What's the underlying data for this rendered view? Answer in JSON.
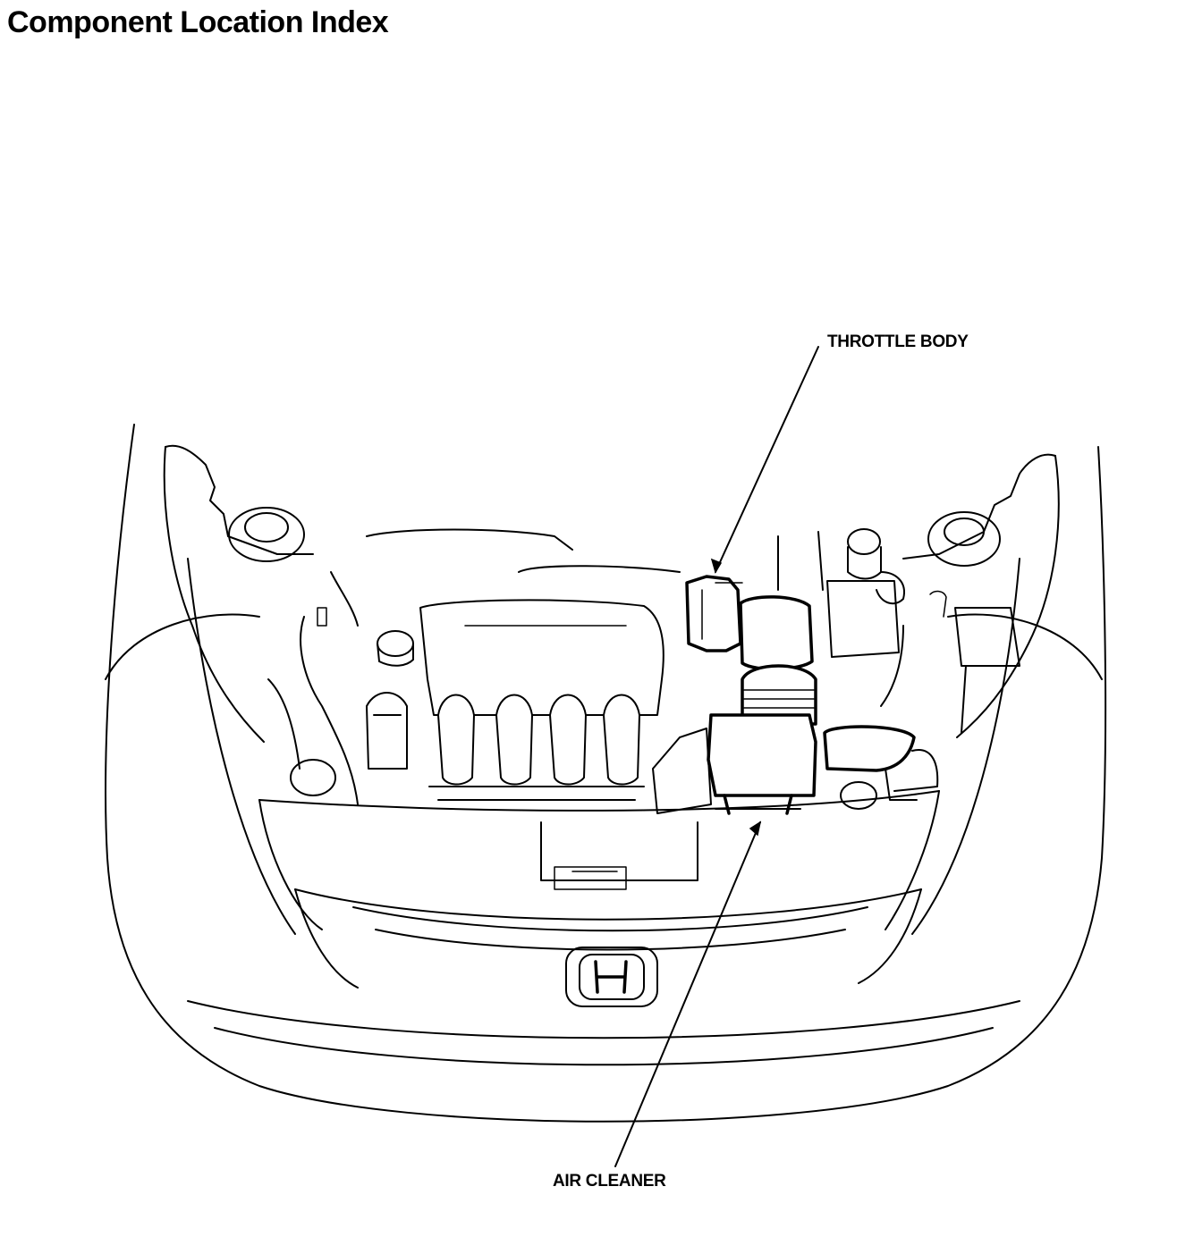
{
  "page": {
    "title": "Component Location Index"
  },
  "callouts": {
    "throttle_body": "THROTTLE BODY",
    "air_cleaner": "AIR CLEANER"
  },
  "colors": {
    "ink": "#000000",
    "paper": "#ffffff"
  }
}
